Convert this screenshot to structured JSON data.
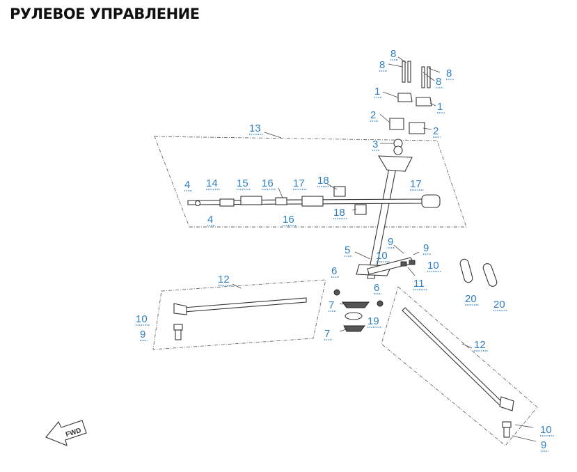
{
  "page": {
    "title": "РУЛЕВОЕ УПРАВЛЕНИЕ",
    "accent_color": "#2f7fc1"
  },
  "diagram": {
    "fwd_label": "FWD",
    "callouts": [
      {
        "id": "c8a",
        "label": "8"
      },
      {
        "id": "c8b",
        "label": "8"
      },
      {
        "id": "c8c",
        "label": "8"
      },
      {
        "id": "c8d",
        "label": "8"
      },
      {
        "id": "c1a",
        "label": "1"
      },
      {
        "id": "c1b",
        "label": "1"
      },
      {
        "id": "c2a",
        "label": "2"
      },
      {
        "id": "c2b",
        "label": "2"
      },
      {
        "id": "c3",
        "label": "3"
      },
      {
        "id": "c13",
        "label": "13"
      },
      {
        "id": "c4a",
        "label": "4"
      },
      {
        "id": "c14",
        "label": "14"
      },
      {
        "id": "c15",
        "label": "15"
      },
      {
        "id": "c16a",
        "label": "16"
      },
      {
        "id": "c17a",
        "label": "17"
      },
      {
        "id": "c18a",
        "label": "18"
      },
      {
        "id": "c17b",
        "label": "17"
      },
      {
        "id": "c4b",
        "label": "4"
      },
      {
        "id": "c16b",
        "label": "16"
      },
      {
        "id": "c18b",
        "label": "18"
      },
      {
        "id": "c9a",
        "label": "9"
      },
      {
        "id": "c9b",
        "label": "9"
      },
      {
        "id": "c5",
        "label": "5"
      },
      {
        "id": "c10a",
        "label": "10"
      },
      {
        "id": "c10b",
        "label": "10"
      },
      {
        "id": "c6a",
        "label": "6"
      },
      {
        "id": "c11",
        "label": "11"
      },
      {
        "id": "c12a",
        "label": "12"
      },
      {
        "id": "c6b",
        "label": "6"
      },
      {
        "id": "c20a",
        "label": "20"
      },
      {
        "id": "c20b",
        "label": "20"
      },
      {
        "id": "c7a",
        "label": "7"
      },
      {
        "id": "c19",
        "label": "19"
      },
      {
        "id": "c10c",
        "label": "10"
      },
      {
        "id": "c9c",
        "label": "9"
      },
      {
        "id": "c7b",
        "label": "7"
      },
      {
        "id": "c12b",
        "label": "12"
      },
      {
        "id": "c10d",
        "label": "10"
      },
      {
        "id": "c9d",
        "label": "9"
      }
    ]
  }
}
